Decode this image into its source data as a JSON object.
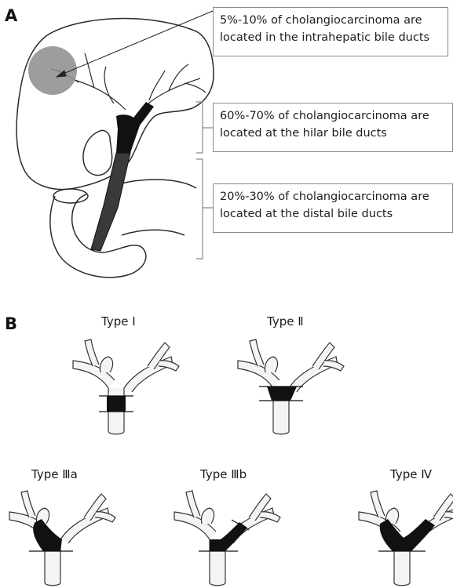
{
  "panel_a": {
    "letter": "A",
    "callouts": [
      {
        "line1": "5%-10% of cholangiocarcinoma are",
        "line2": "located in the intrahepatic bile ducts"
      },
      {
        "line1": "60%-70% of cholangiocarcinoma are",
        "line2": "located at the hilar bile ducts"
      },
      {
        "line1": "20%-30% of cholangiocarcinoma are",
        "line2": "located at the distal bile ducts"
      }
    ]
  },
  "panel_b": {
    "letter": "B",
    "types": [
      "Type Ⅰ",
      "Type Ⅱ",
      "Type Ⅲa",
      "Type Ⅲb",
      "Type Ⅳ"
    ]
  },
  "colors": {
    "tumor": "#111111",
    "duct_outline": "#333333",
    "highlight_circle": "#8c8c8c",
    "bracket": "#888888"
  }
}
